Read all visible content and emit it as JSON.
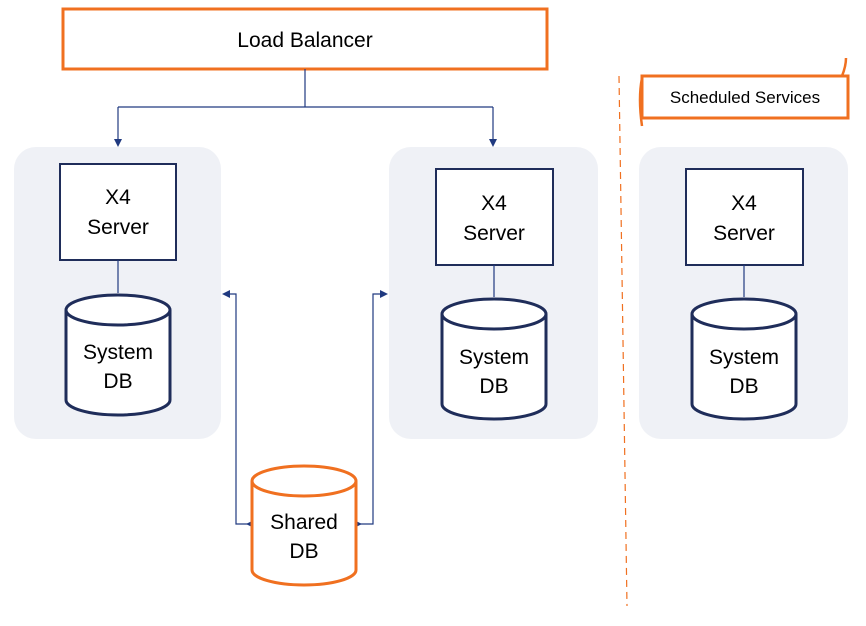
{
  "load_balancer": {
    "label": "Load Balancer"
  },
  "scheduled_services": {
    "label": "Scheduled Services"
  },
  "clusters": [
    {
      "server_line1": "X4",
      "server_line2": "Server",
      "db_line1": "System",
      "db_line2": "DB"
    },
    {
      "server_line1": "X4",
      "server_line2": "Server",
      "db_line1": "System",
      "db_line2": "DB"
    },
    {
      "server_line1": "X4",
      "server_line2": "Server",
      "db_line1": "System",
      "db_line2": "DB"
    }
  ],
  "shared_db": {
    "line1": "Shared",
    "line2": "DB"
  },
  "colors": {
    "accent_orange": "#f07020",
    "navy": "#1f2d5a",
    "panel_bg": "#eff1f6",
    "connector": "#203a80"
  }
}
